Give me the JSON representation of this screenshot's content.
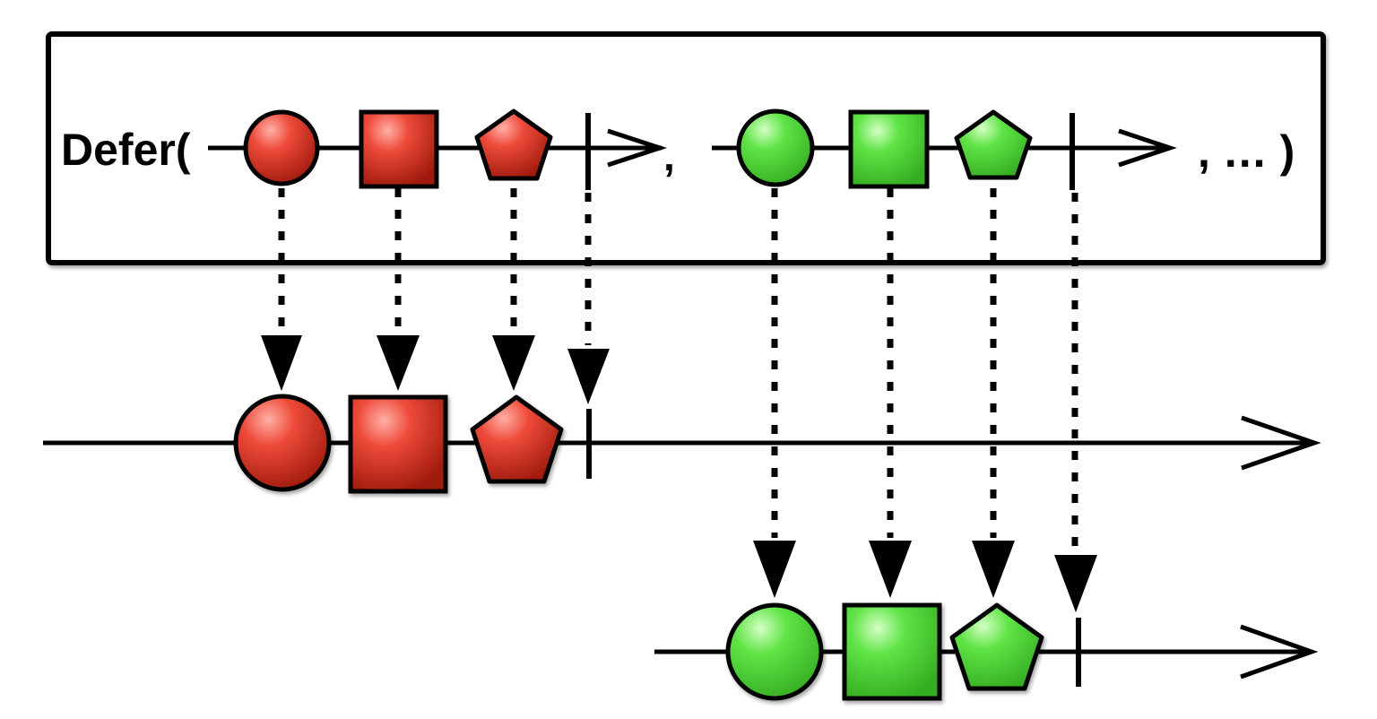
{
  "diagram": {
    "title": "Defer(",
    "comma_1": ",",
    "trailing": ", … )",
    "observables": [
      {
        "color": "red",
        "items": [
          "circle-marble",
          "square-marble",
          "pentagon-marble",
          "completion-tick"
        ]
      },
      {
        "color": "green",
        "items": [
          "circle-marble",
          "square-marble",
          "pentagon-marble",
          "completion-tick"
        ]
      }
    ],
    "outputs": [
      {
        "source": "red",
        "items": [
          "circle-marble",
          "square-marble",
          "pentagon-marble",
          "completion-tick"
        ]
      },
      {
        "source": "green",
        "items": [
          "circle-marble",
          "square-marble",
          "pentagon-marble",
          "completion-tick"
        ]
      }
    ]
  },
  "colors": {
    "red": "#e8382a",
    "red_light": "#ff9a8c",
    "red_dark": "#8e1508",
    "green": "#55e03d",
    "green_light": "#c7ffb4",
    "green_dark": "#2e9c1c",
    "stroke": "#000000"
  }
}
